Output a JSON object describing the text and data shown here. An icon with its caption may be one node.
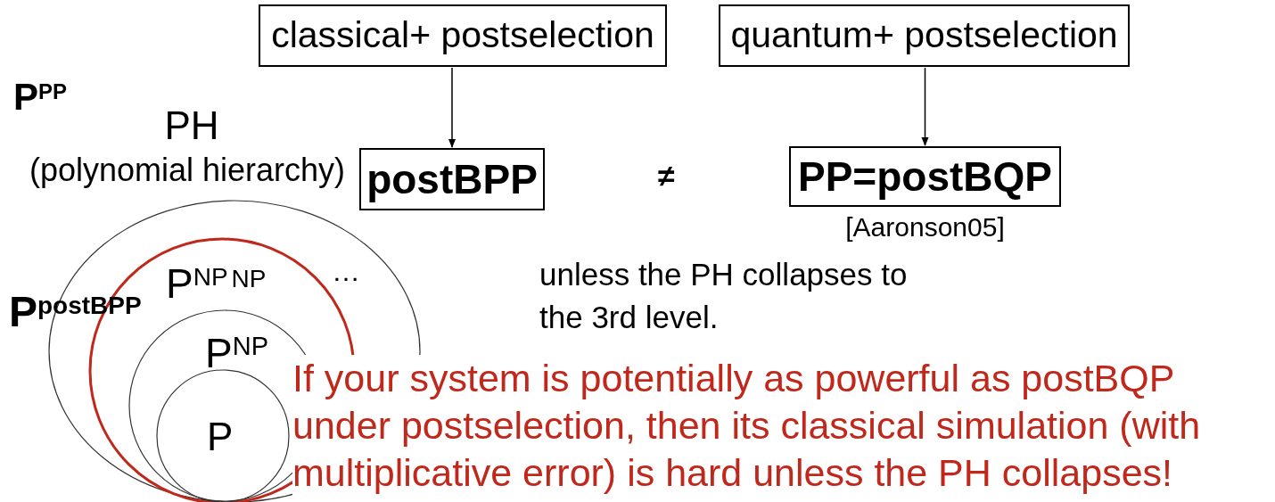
{
  "diagram": {
    "nodes": [
      {
        "text": [
          "classical+ postselection"
        ]
      },
      {
        "text": [
          "quantum+ postselection"
        ]
      },
      {
        "text": [
          "postBPP"
        ]
      },
      {
        "text": [
          "PP=postBQP"
        ],
        "beside": [
          "[Aaronson05]"
        ]
      },
      {
        "text": [
          "PH",
          "(polynomial hierarchy)"
        ]
      },
      {
        "text": [
          "P$^{NP}$$^{NP}$"
        ],
        "in": 4
      },
      {
        "text": [
          "P$^{NP}$"
        ],
        "in": 5
      },
      {
        "text": [
          "P"
        ],
        "in": 6
      }
    ],
    "edges": [
      {
        "from": 0,
        "to": 2,
        "arrow": "to"
      },
      {
        "from": 1,
        "to": 3,
        "arrow": "to"
      }
    ],
    "labels": [
      "P$^{PP}$",
      "P$^{postBPP}$",
      "…",
      "≠",
      "unless the PH collapses to the 3rd level.",
      "If your system is potentially as powerful as postBQP under postselection, then its classical simulation (with multiplicative error) is hard unless the PH collapses!"
    ]
  }
}
